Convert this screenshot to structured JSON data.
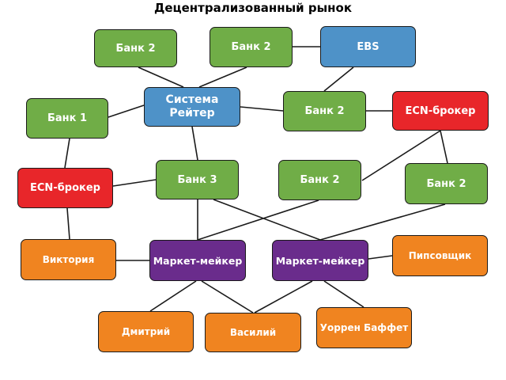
{
  "title": "Децентрализованный рынок",
  "colors": {
    "bank": "#70ad47",
    "reuters": "#4e92c8",
    "ebs": "#4e92c8",
    "ecn": "#e8262a",
    "market_maker": "#6a2c8c",
    "trader": "#f08420",
    "line": "#1a1a1a"
  },
  "nodes": {
    "bank2_a": "Банк 2",
    "bank2_b": "Банк 2",
    "ebs": "EBS",
    "bank1": "Банк 1",
    "reuters": "Система\nРейтер",
    "bank2_c": "Банк 2",
    "ecn_right": "ECN-брокер",
    "ecn_left": "ECN-брокер",
    "bank3": "Банк 3",
    "bank2_d": "Банк 2",
    "bank2_e": "Банк 2",
    "victoria": "Виктория",
    "mm_left": "Маркет-мейкер",
    "mm_right": "Маркет-мейкер",
    "pipsovshchik": "Пипсовщик",
    "dmitry": "Дмитрий",
    "vasily": "Василий",
    "buffett": "Уоррен Баффет"
  }
}
